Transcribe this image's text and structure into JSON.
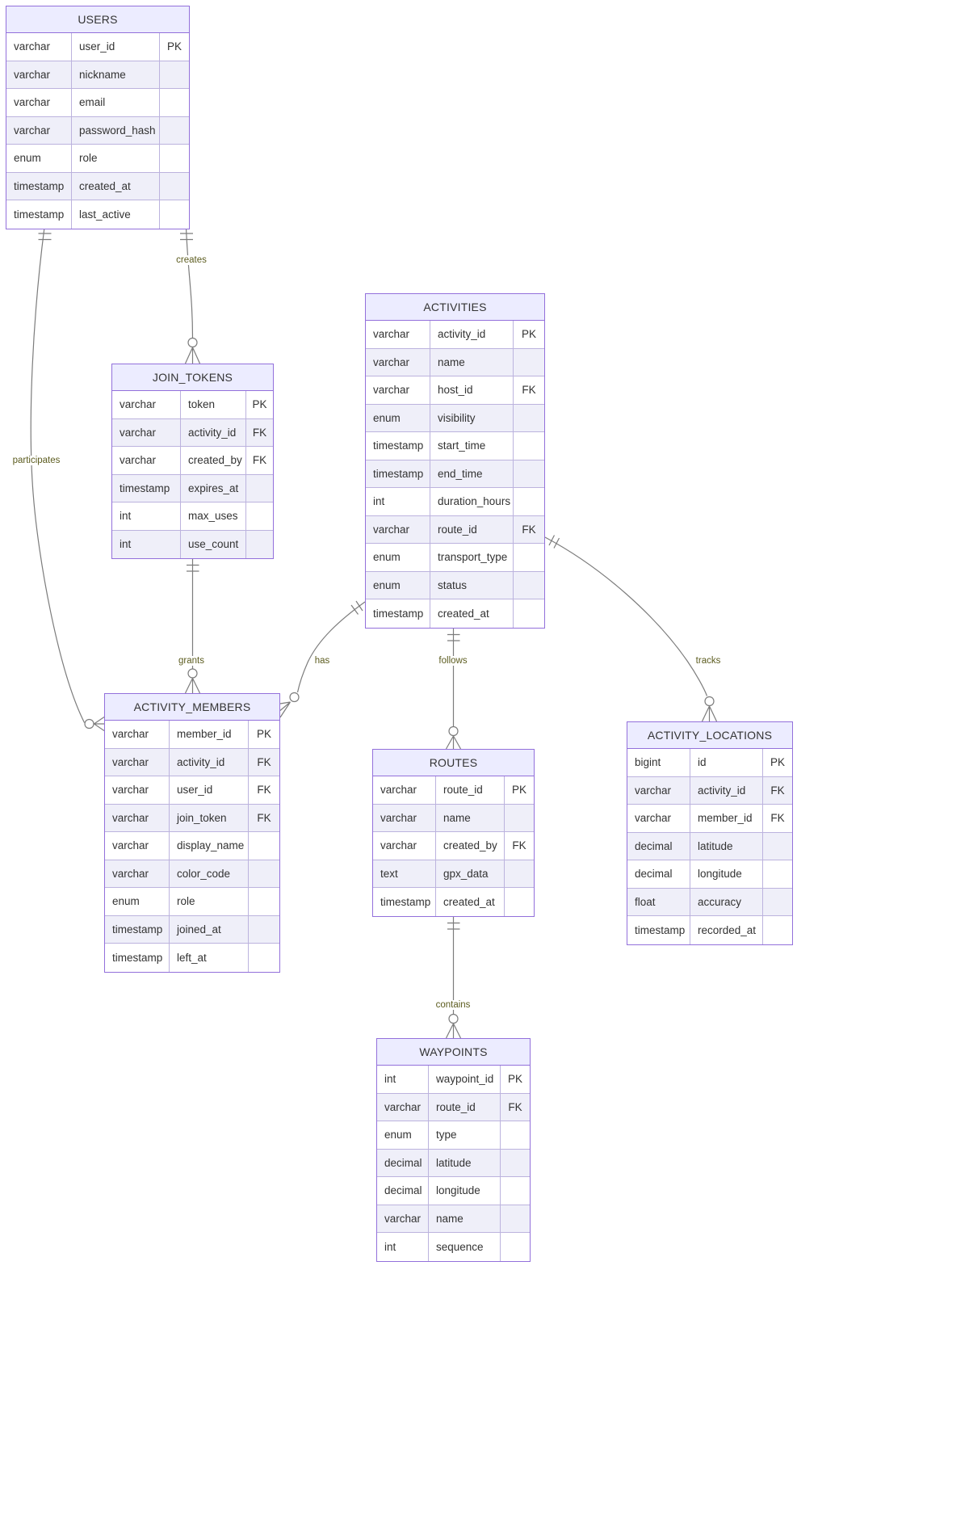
{
  "diagram": {
    "entities": [
      {
        "id": "users",
        "name": "USERS",
        "rows": [
          {
            "type": "varchar",
            "attr": "user_id",
            "key": "PK"
          },
          {
            "type": "varchar",
            "attr": "nickname",
            "key": ""
          },
          {
            "type": "varchar",
            "attr": "email",
            "key": ""
          },
          {
            "type": "varchar",
            "attr": "password_hash",
            "key": ""
          },
          {
            "type": "enum",
            "attr": "role",
            "key": ""
          },
          {
            "type": "timestamp",
            "attr": "created_at",
            "key": ""
          },
          {
            "type": "timestamp",
            "attr": "last_active",
            "key": ""
          }
        ]
      },
      {
        "id": "join_tokens",
        "name": "JOIN_TOKENS",
        "rows": [
          {
            "type": "varchar",
            "attr": "token",
            "key": "PK"
          },
          {
            "type": "varchar",
            "attr": "activity_id",
            "key": "FK"
          },
          {
            "type": "varchar",
            "attr": "created_by",
            "key": "FK"
          },
          {
            "type": "timestamp",
            "attr": "expires_at",
            "key": ""
          },
          {
            "type": "int",
            "attr": "max_uses",
            "key": ""
          },
          {
            "type": "int",
            "attr": "use_count",
            "key": ""
          }
        ]
      },
      {
        "id": "activities",
        "name": "ACTIVITIES",
        "rows": [
          {
            "type": "varchar",
            "attr": "activity_id",
            "key": "PK"
          },
          {
            "type": "varchar",
            "attr": "name",
            "key": ""
          },
          {
            "type": "varchar",
            "attr": "host_id",
            "key": "FK"
          },
          {
            "type": "enum",
            "attr": "visibility",
            "key": ""
          },
          {
            "type": "timestamp",
            "attr": "start_time",
            "key": ""
          },
          {
            "type": "timestamp",
            "attr": "end_time",
            "key": ""
          },
          {
            "type": "int",
            "attr": "duration_hours",
            "key": ""
          },
          {
            "type": "varchar",
            "attr": "route_id",
            "key": "FK"
          },
          {
            "type": "enum",
            "attr": "transport_type",
            "key": ""
          },
          {
            "type": "enum",
            "attr": "status",
            "key": ""
          },
          {
            "type": "timestamp",
            "attr": "created_at",
            "key": ""
          }
        ]
      },
      {
        "id": "activity_members",
        "name": "ACTIVITY_MEMBERS",
        "rows": [
          {
            "type": "varchar",
            "attr": "member_id",
            "key": "PK"
          },
          {
            "type": "varchar",
            "attr": "activity_id",
            "key": "FK"
          },
          {
            "type": "varchar",
            "attr": "user_id",
            "key": "FK"
          },
          {
            "type": "varchar",
            "attr": "join_token",
            "key": "FK"
          },
          {
            "type": "varchar",
            "attr": "display_name",
            "key": ""
          },
          {
            "type": "varchar",
            "attr": "color_code",
            "key": ""
          },
          {
            "type": "enum",
            "attr": "role",
            "key": ""
          },
          {
            "type": "timestamp",
            "attr": "joined_at",
            "key": ""
          },
          {
            "type": "timestamp",
            "attr": "left_at",
            "key": ""
          }
        ]
      },
      {
        "id": "routes",
        "name": "ROUTES",
        "rows": [
          {
            "type": "varchar",
            "attr": "route_id",
            "key": "PK"
          },
          {
            "type": "varchar",
            "attr": "name",
            "key": ""
          },
          {
            "type": "varchar",
            "attr": "created_by",
            "key": "FK"
          },
          {
            "type": "text",
            "attr": "gpx_data",
            "key": ""
          },
          {
            "type": "timestamp",
            "attr": "created_at",
            "key": ""
          }
        ]
      },
      {
        "id": "activity_locations",
        "name": "ACTIVITY_LOCATIONS",
        "rows": [
          {
            "type": "bigint",
            "attr": "id",
            "key": "PK"
          },
          {
            "type": "varchar",
            "attr": "activity_id",
            "key": "FK"
          },
          {
            "type": "varchar",
            "attr": "member_id",
            "key": "FK"
          },
          {
            "type": "decimal",
            "attr": "latitude",
            "key": ""
          },
          {
            "type": "decimal",
            "attr": "longitude",
            "key": ""
          },
          {
            "type": "float",
            "attr": "accuracy",
            "key": ""
          },
          {
            "type": "timestamp",
            "attr": "recorded_at",
            "key": ""
          }
        ]
      },
      {
        "id": "waypoints",
        "name": "WAYPOINTS",
        "rows": [
          {
            "type": "int",
            "attr": "waypoint_id",
            "key": "PK"
          },
          {
            "type": "varchar",
            "attr": "route_id",
            "key": "FK"
          },
          {
            "type": "enum",
            "attr": "type",
            "key": ""
          },
          {
            "type": "decimal",
            "attr": "latitude",
            "key": ""
          },
          {
            "type": "decimal",
            "attr": "longitude",
            "key": ""
          },
          {
            "type": "varchar",
            "attr": "name",
            "key": ""
          },
          {
            "type": "int",
            "attr": "sequence",
            "key": ""
          }
        ]
      }
    ],
    "relationships": [
      {
        "label": "creates",
        "from": "USERS",
        "to": "JOIN_TOKENS",
        "from_card": "exactly-one",
        "to_card": "zero-or-many"
      },
      {
        "label": "participates",
        "from": "USERS",
        "to": "ACTIVITY_MEMBERS",
        "from_card": "exactly-one",
        "to_card": "zero-or-many"
      },
      {
        "label": "grants",
        "from": "JOIN_TOKENS",
        "to": "ACTIVITY_MEMBERS",
        "from_card": "exactly-one",
        "to_card": "zero-or-many"
      },
      {
        "label": "has",
        "from": "ACTIVITIES",
        "to": "ACTIVITY_MEMBERS",
        "from_card": "exactly-one",
        "to_card": "zero-or-many"
      },
      {
        "label": "follows",
        "from": "ACTIVITIES",
        "to": "ROUTES",
        "from_card": "exactly-one",
        "to_card": "zero-or-many"
      },
      {
        "label": "tracks",
        "from": "ACTIVITIES",
        "to": "ACTIVITY_LOCATIONS",
        "from_card": "exactly-one",
        "to_card": "zero-or-many"
      },
      {
        "label": "contains",
        "from": "ROUTES",
        "to": "WAYPOINTS",
        "from_card": "exactly-one",
        "to_card": "zero-or-many"
      }
    ],
    "colors": {
      "header_bg": "#ECECFF",
      "border": "#9370DB",
      "row_alt": "#efeff9",
      "line": "#7c7c7c",
      "label_text": "#5c5c1f"
    }
  }
}
